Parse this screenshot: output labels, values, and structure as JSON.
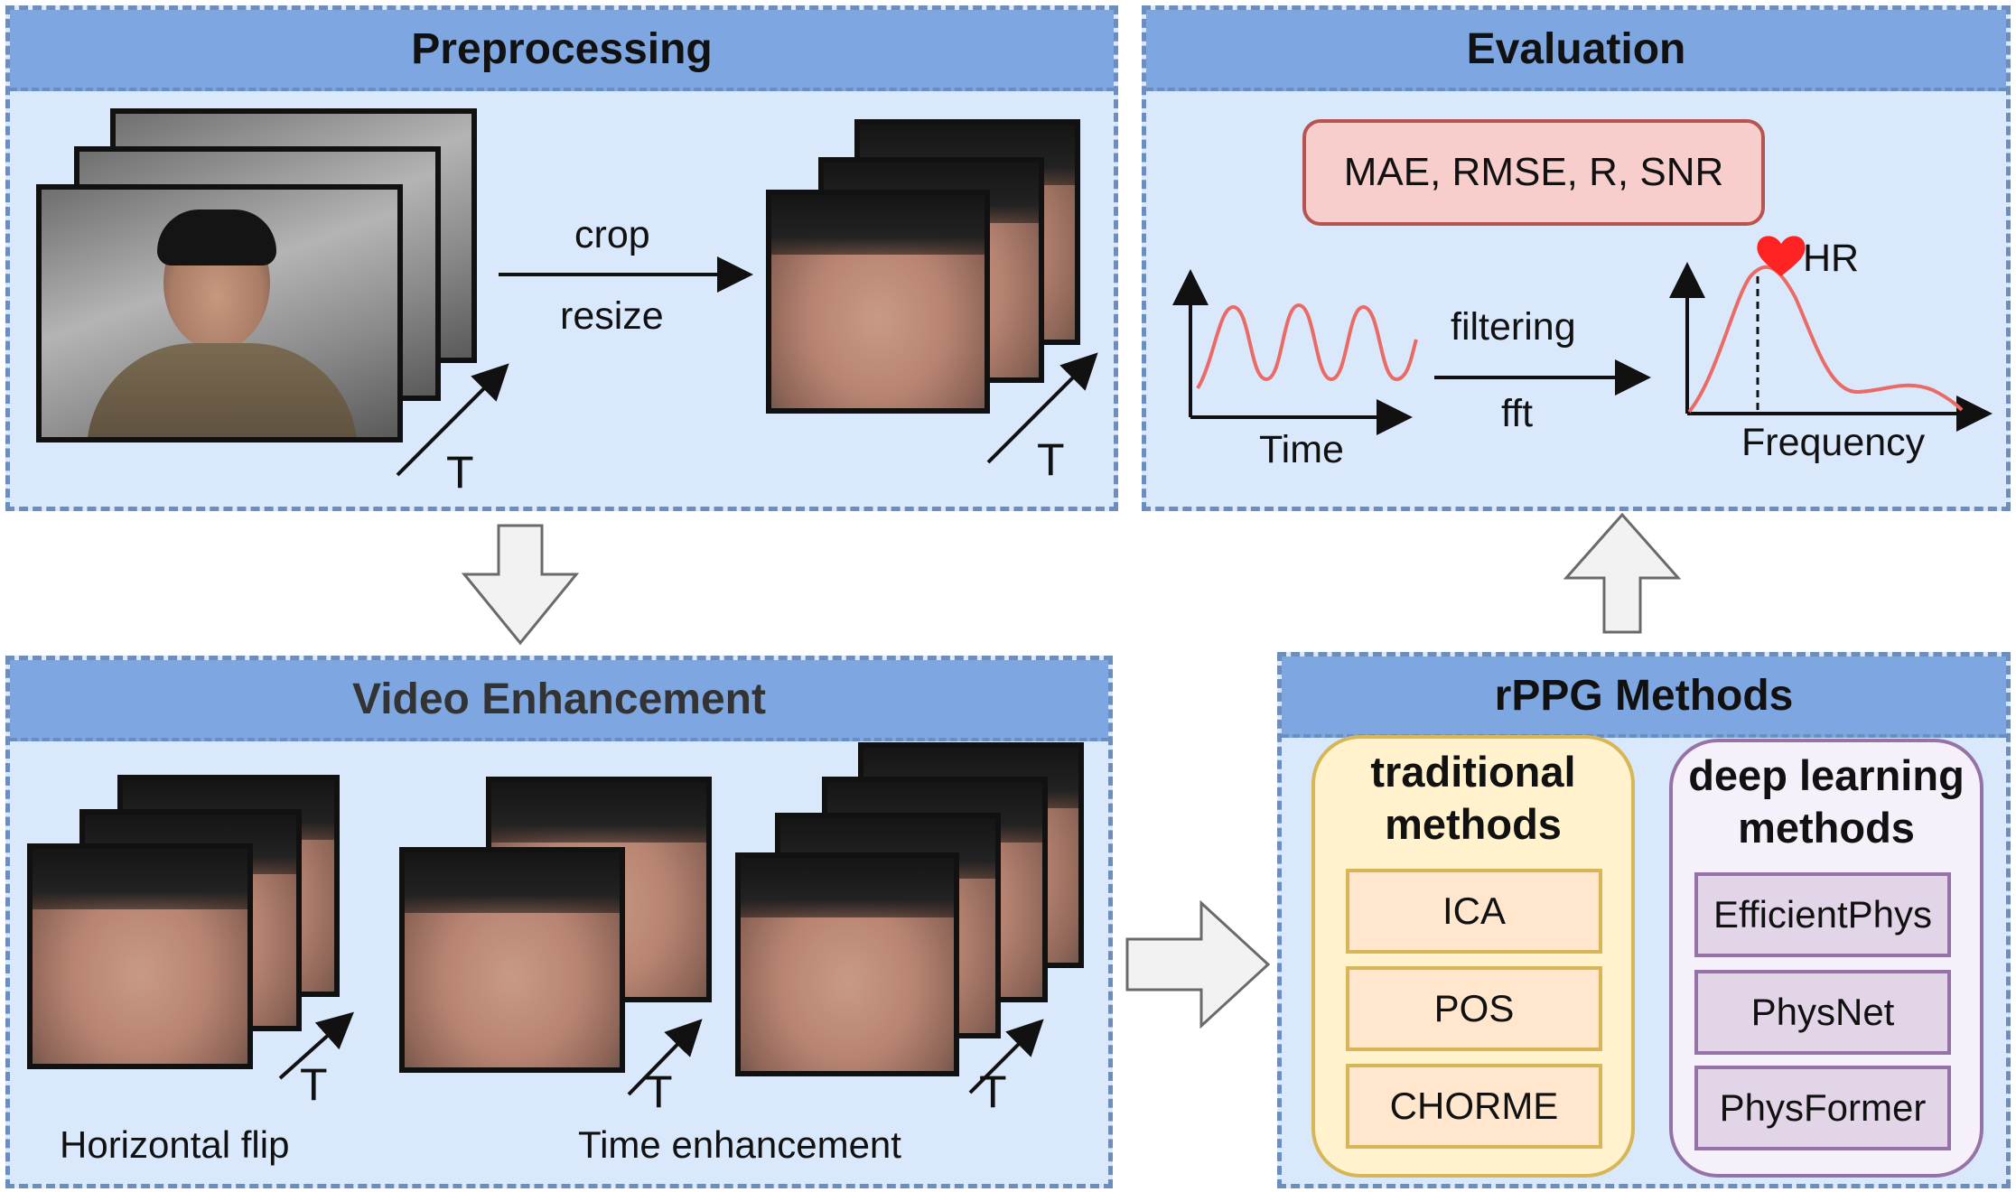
{
  "preprocessing": {
    "title": "Preprocessing",
    "crop_label": "crop",
    "resize_label": "resize",
    "time_label_1": "T",
    "time_label_2": "T"
  },
  "evaluation": {
    "title": "Evaluation",
    "metrics": "MAE, RMSE, R, SNR",
    "hr_label": "HR",
    "filtering_label": "filtering",
    "fft_label": "fft",
    "time_axis": "Time",
    "frequency_axis": "Frequency"
  },
  "video_enhancement": {
    "title": "Video Enhancement",
    "horizontal_flip": "Horizontal flip",
    "time_enhancement": "Time enhancement",
    "time_label_1": "T",
    "time_label_2": "T",
    "time_label_3": "T"
  },
  "rppg": {
    "title": "rPPG Methods",
    "traditional": {
      "title_line1": "traditional",
      "title_line2": "methods",
      "items": [
        "ICA",
        "POS",
        "CHORME"
      ]
    },
    "deep": {
      "title_line1": "deep learning",
      "title_line2": "methods",
      "items": [
        "EfficientPhys",
        "PhysNet",
        "PhysFormer"
      ]
    }
  },
  "colors": {
    "panel_fill": "#dae8fc",
    "panel_border": "#6c8ebf",
    "header_fill": "#7ea6e0",
    "metrics_fill": "#f8cecc",
    "metrics_border": "#b85450",
    "traditional_fill": "#fff2cc",
    "traditional_border": "#d6b656",
    "traditional_item_fill": "#ffe6cc",
    "deep_fill": "#f5f0fa",
    "deep_border": "#9673a6",
    "deep_item_fill": "#e1d5e7",
    "signal_line": "#ea6b66",
    "heart": "#ff2222"
  }
}
